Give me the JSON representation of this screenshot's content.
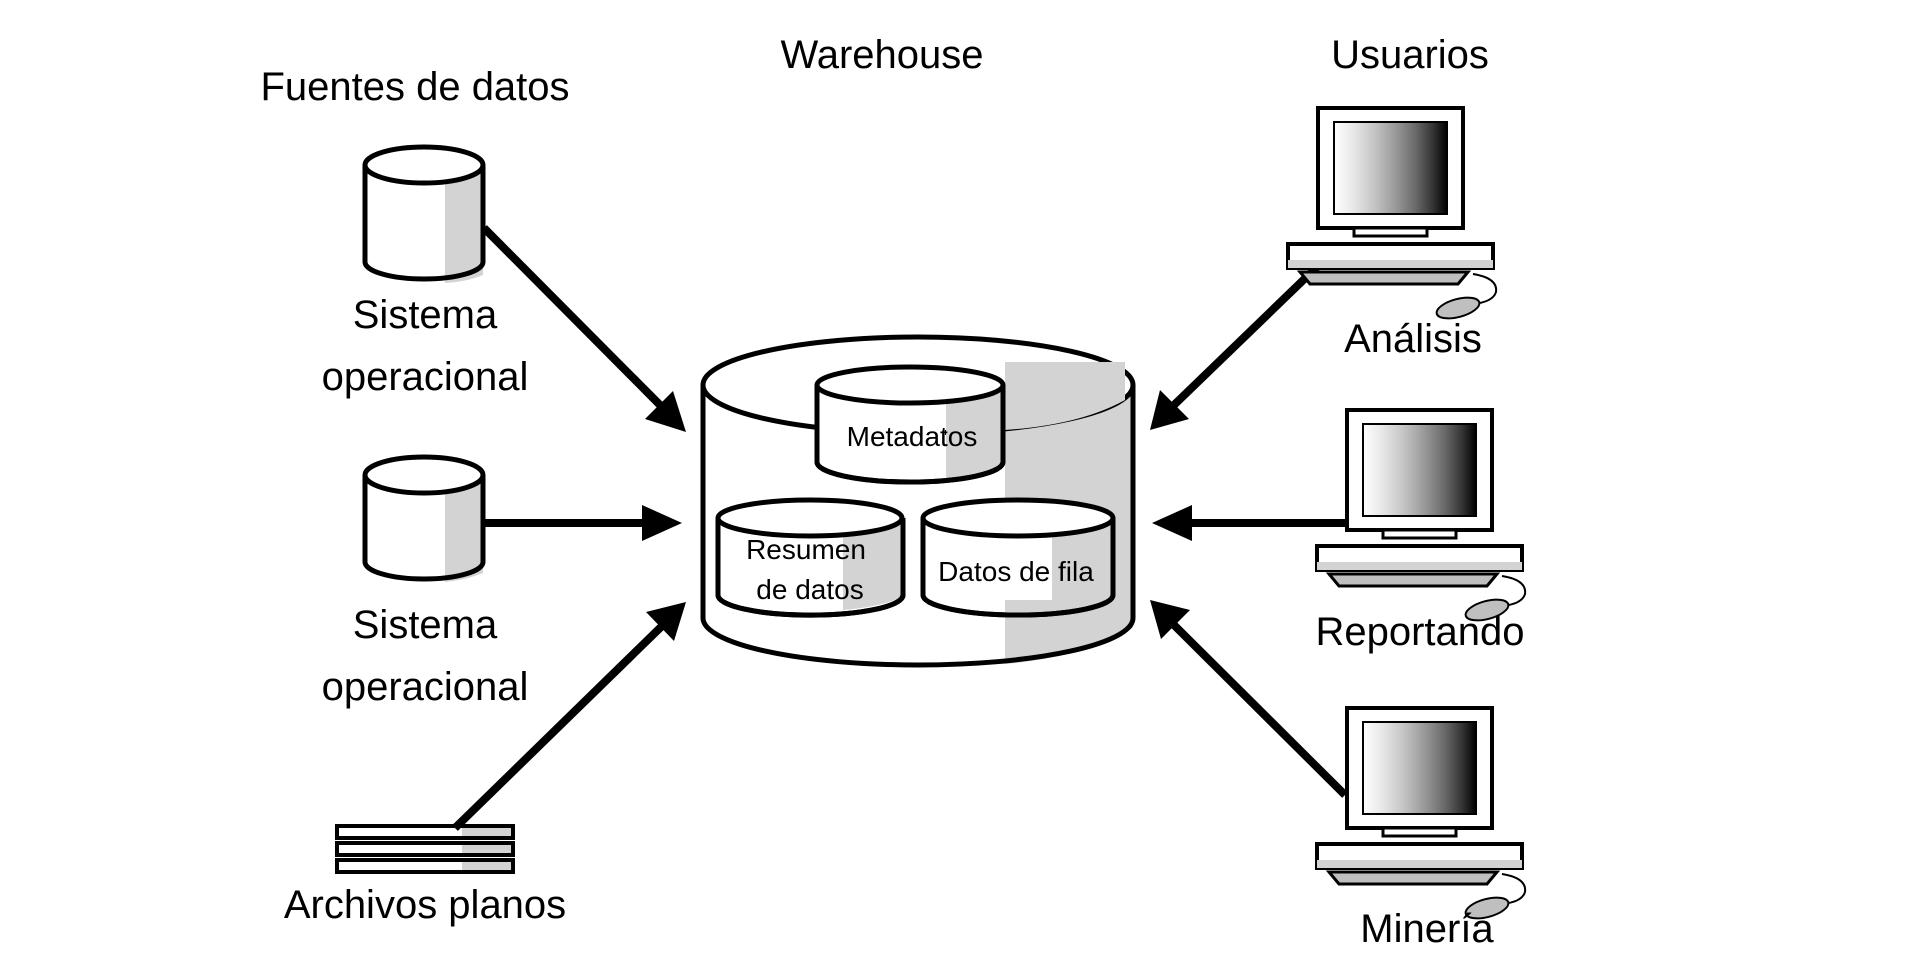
{
  "headings": {
    "sources": "Fuentes de datos",
    "warehouse": "Warehouse",
    "users": "Usuarios"
  },
  "sources": [
    {
      "line1": "Sistema",
      "line2": "operacional"
    },
    {
      "line1": "Sistema",
      "line2": "operacional"
    },
    {
      "label": "Archivos planos"
    }
  ],
  "warehouse": {
    "metadata": "Metadatos",
    "summary_line1": "Resumen",
    "summary_line2": "de datos",
    "raw": "Datos de fila"
  },
  "users": [
    {
      "label": "Análisis"
    },
    {
      "label": "Reportando"
    },
    {
      "label": "Minería"
    }
  ],
  "colors": {
    "stroke": "#000000",
    "shade": "#d3d3d3",
    "background": "#ffffff"
  }
}
